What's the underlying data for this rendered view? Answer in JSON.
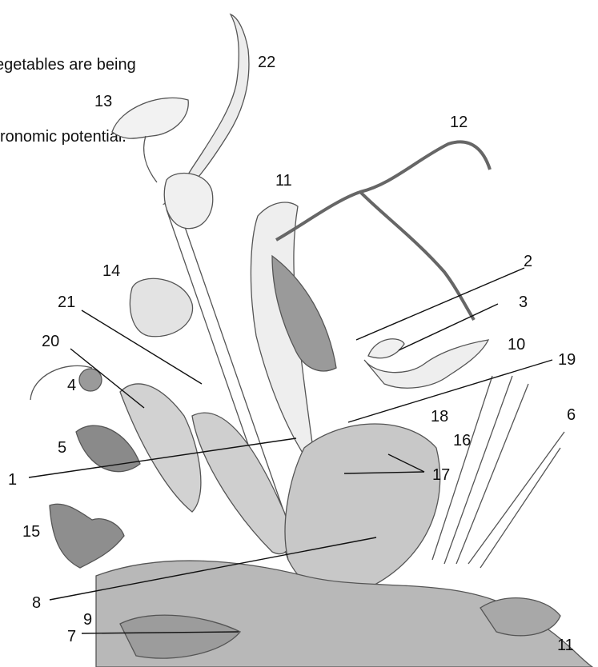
{
  "caption": {
    "line1": "egetables are being",
    "line2": "ronomic potential."
  },
  "labels": [
    "22",
    "13",
    "12",
    "11",
    "2",
    "14",
    "21",
    "3",
    "20",
    "10",
    "19",
    "4",
    "18",
    "6",
    "5",
    "16",
    "17",
    "1",
    "15",
    "8",
    "9",
    "11",
    "7"
  ],
  "colors": {
    "ink": "#111111",
    "sketch": "#555555",
    "shade": "#bdbdbd",
    "background": "#ffffff"
  }
}
